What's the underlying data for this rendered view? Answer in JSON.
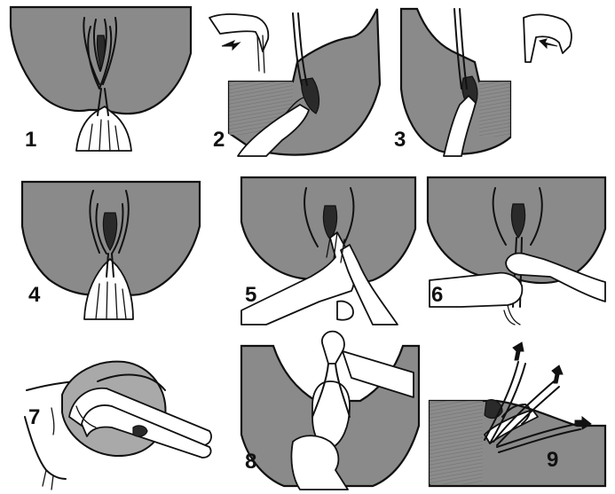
{
  "panels": [
    {
      "label": "1"
    },
    {
      "label": "2"
    },
    {
      "label": "3"
    },
    {
      "label": "4"
    },
    {
      "label": "5"
    },
    {
      "label": "6"
    },
    {
      "label": "7"
    },
    {
      "label": "8"
    },
    {
      "label": "9"
    }
  ]
}
